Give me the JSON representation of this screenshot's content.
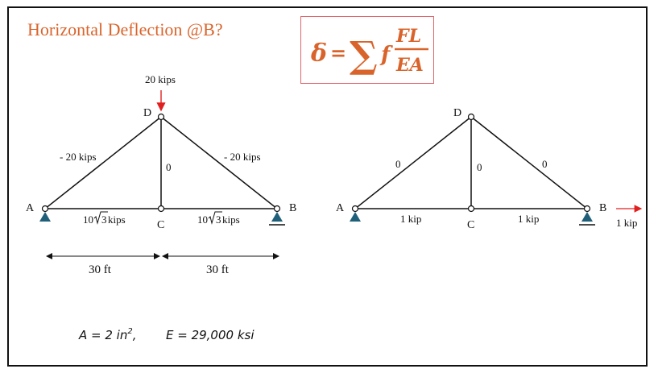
{
  "title": "Horizontal Deflection @B?",
  "formula": {
    "lhs": "δ",
    "eq": "=",
    "sum": "∑",
    "f": "f",
    "num": "FL",
    "den": "EA"
  },
  "colors": {
    "accent": "#d9642b",
    "box_border": "#e0656b",
    "support": "#1f5f7a",
    "load_arrow": "#e02020"
  },
  "truss_real": {
    "load": "20 kips",
    "nodes": {
      "A": "A",
      "B": "B",
      "C": "C",
      "D": "D"
    },
    "members": {
      "AD": "- 20 kips",
      "DB": "- 20 kips",
      "DC": "0",
      "AC_prefix": "10",
      "AC_suffix": " kips",
      "CB_prefix": "10",
      "CB_suffix": " kips",
      "sqrt_radicand": "3"
    }
  },
  "truss_virtual": {
    "load": "1 kip",
    "nodes": {
      "A": "A",
      "B": "B",
      "C": "C",
      "D": "D"
    },
    "members": {
      "AD": "0",
      "DB": "0",
      "DC": "0",
      "AC": "1 kip",
      "CB": "1 kip"
    }
  },
  "dimensions": {
    "left": "30 ft",
    "right": "30 ft"
  },
  "properties": {
    "A_label": "A = 2 in",
    "A_exp": "2",
    "A_sep": ",",
    "E_label": "E = 29,000 ksi"
  }
}
